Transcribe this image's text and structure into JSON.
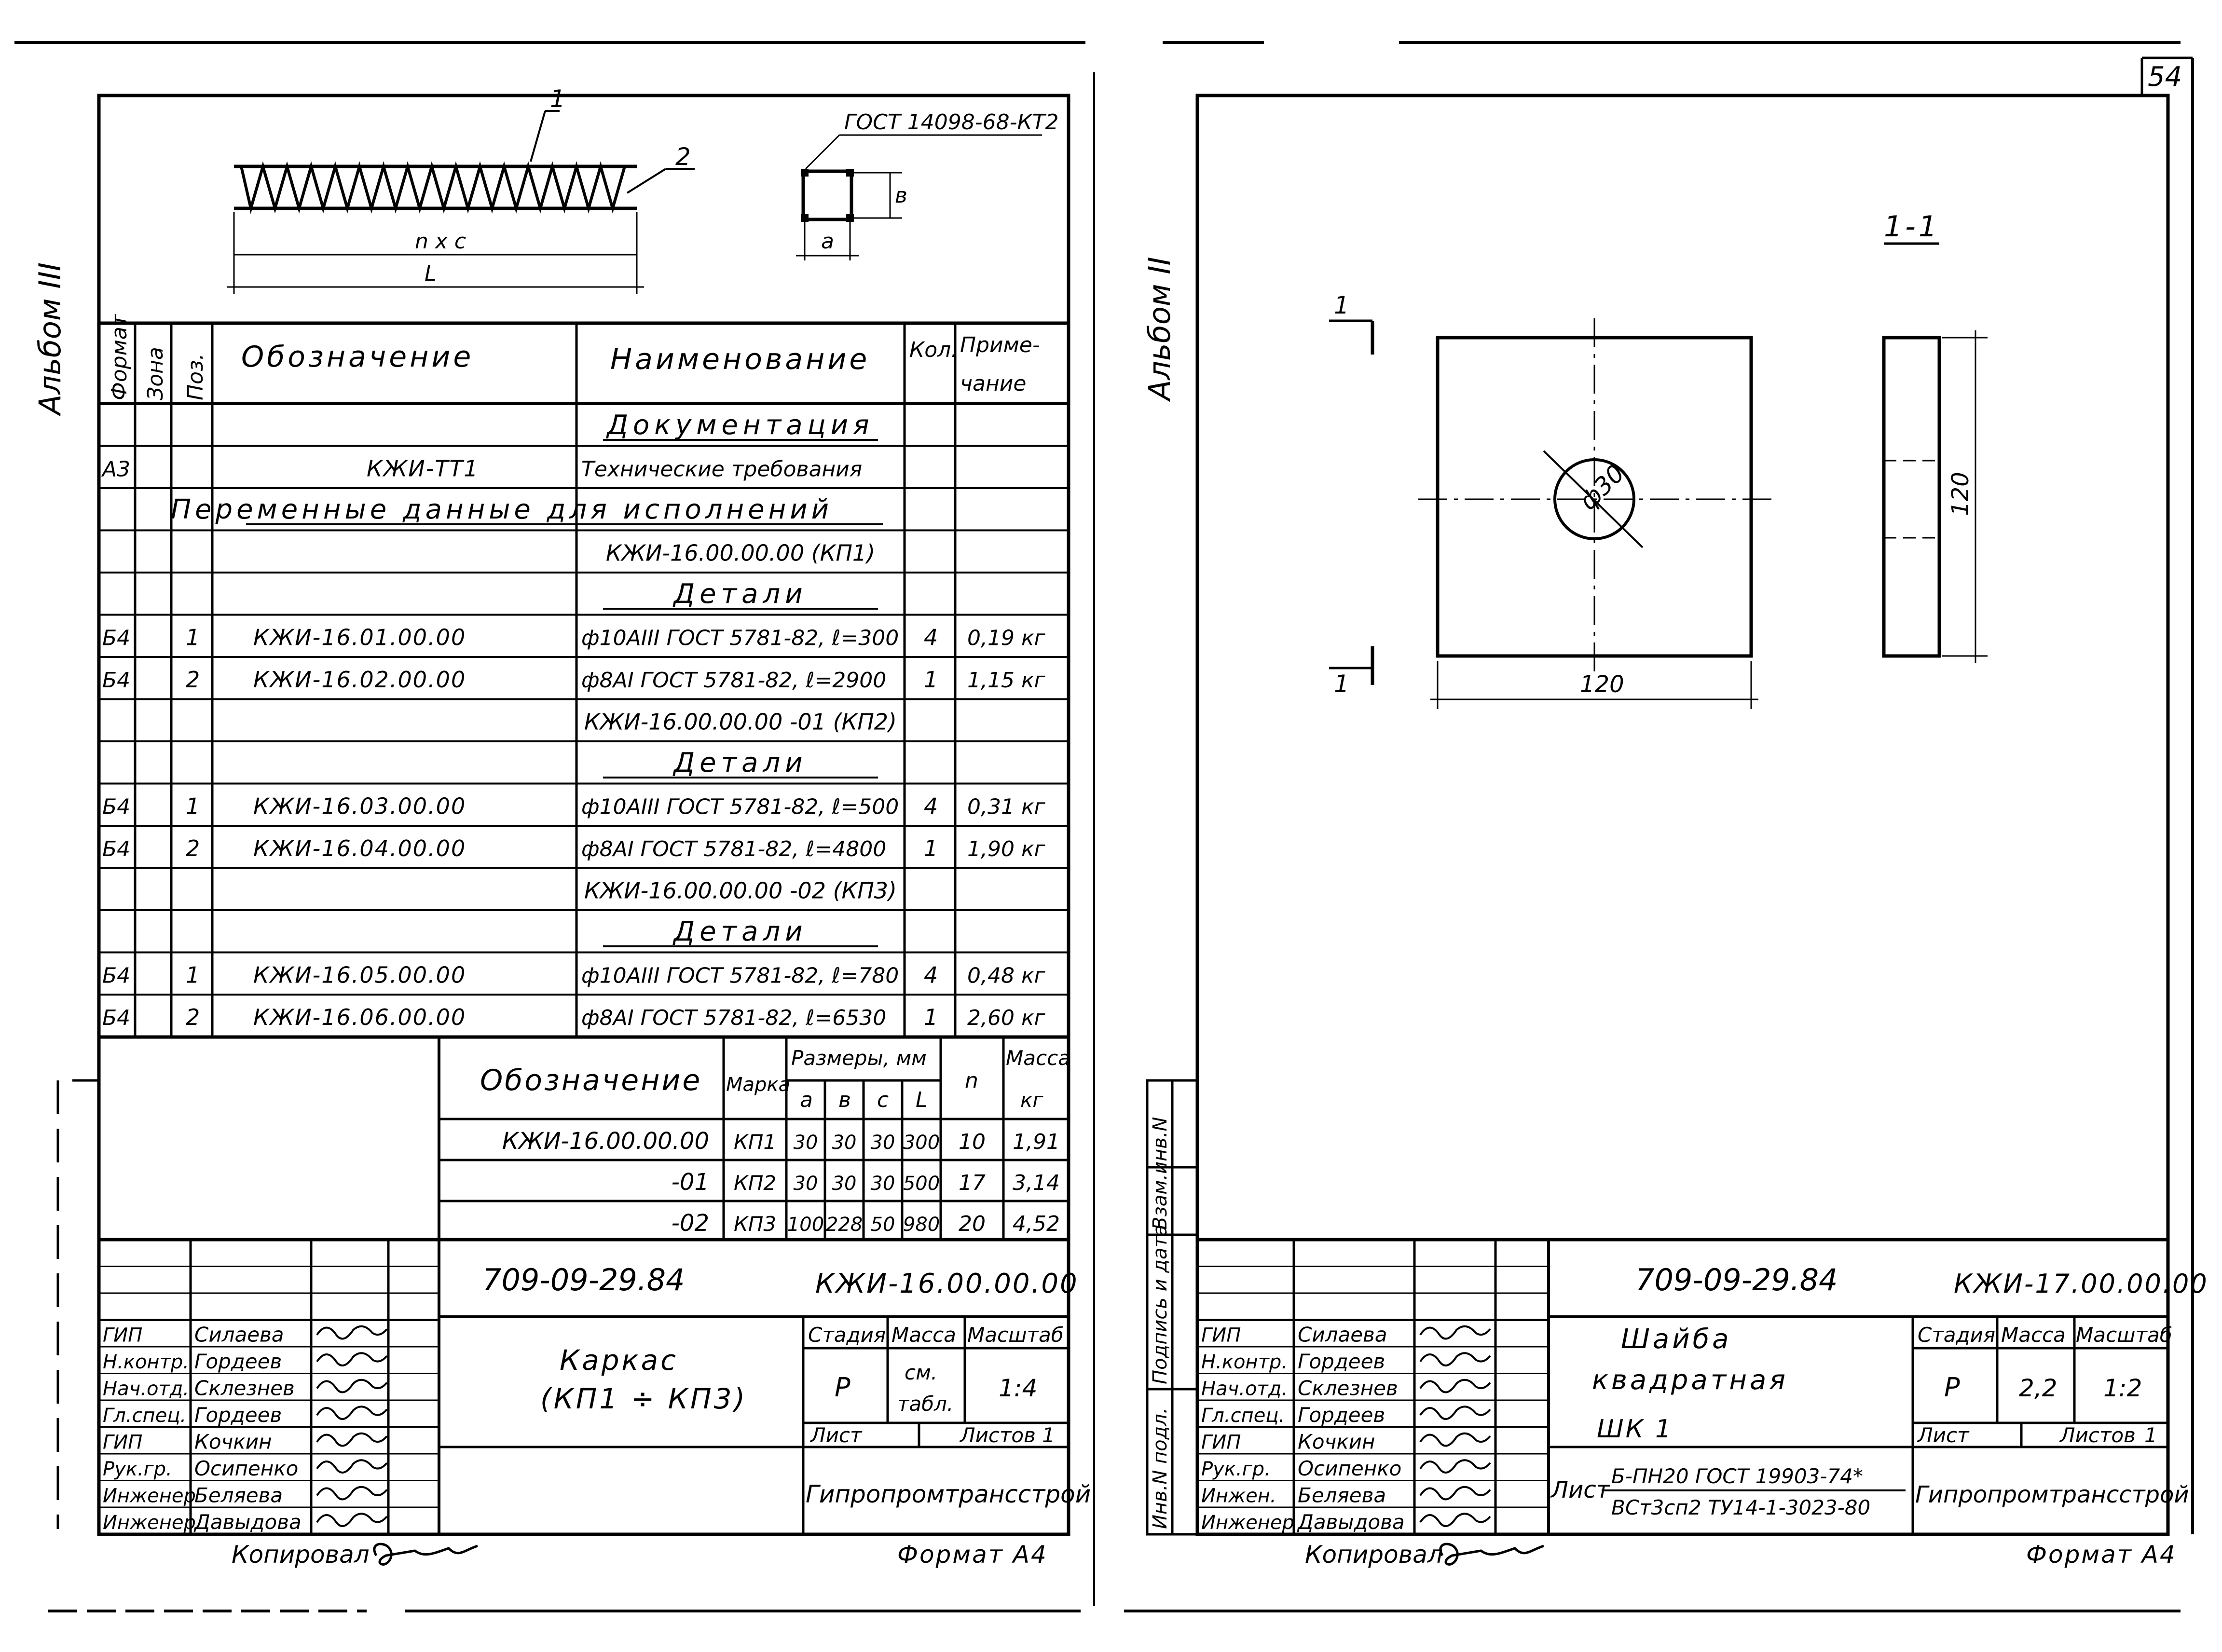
{
  "page_number": "54",
  "left_sheet": {
    "side_label": "Альбом III",
    "callout_1": "1",
    "callout_2": "2",
    "dim_nxc": "n x c",
    "dim_L": "L",
    "gost_ref": "ГОСТ 14098-68-КТ2",
    "dim_a": "а",
    "dim_b": "в",
    "spec_headers": [
      "Формат",
      "Зона",
      "Поз.",
      "Обозначение",
      "Наименование",
      "Кол.",
      "Приме-",
      "чание"
    ],
    "rows": [
      {
        "format": "",
        "pos": "",
        "designation": "",
        "name": "Документация",
        "qty": "",
        "note": ""
      },
      {
        "format": "А3",
        "pos": "",
        "designation": "КЖИ-ТТ1",
        "name": "Технические требования",
        "qty": "",
        "note": ""
      },
      {
        "format": "",
        "pos": "",
        "designation": "",
        "name": "Переменные данные для исполнений",
        "qty": "",
        "note": ""
      },
      {
        "format": "",
        "pos": "",
        "designation": "",
        "name": "КЖИ-16.00.00.00 (КП1)",
        "qty": "",
        "note": ""
      },
      {
        "format": "",
        "pos": "",
        "designation": "",
        "name": "Детали",
        "qty": "",
        "note": ""
      },
      {
        "format": "Б4",
        "pos": "1",
        "designation": "КЖИ-16.01.00.00",
        "name": "ф10АIII ГОСТ 5781-82, ℓ=300",
        "qty": "4",
        "note": "0,19 кг"
      },
      {
        "format": "Б4",
        "pos": "2",
        "designation": "КЖИ-16.02.00.00",
        "name": "ф8АI ГОСТ 5781-82, ℓ=2900",
        "qty": "1",
        "note": "1,15 кг"
      },
      {
        "format": "",
        "pos": "",
        "designation": "",
        "name": "КЖИ-16.00.00.00 -01 (КП2)",
        "qty": "",
        "note": ""
      },
      {
        "format": "",
        "pos": "",
        "designation": "",
        "name": "Детали",
        "qty": "",
        "note": ""
      },
      {
        "format": "Б4",
        "pos": "1",
        "designation": "КЖИ-16.03.00.00",
        "name": "ф10АIII ГОСТ 5781-82, ℓ=500",
        "qty": "4",
        "note": "0,31 кг"
      },
      {
        "format": "Б4",
        "pos": "2",
        "designation": "КЖИ-16.04.00.00",
        "name": "ф8АI ГОСТ 5781-82, ℓ=4800",
        "qty": "1",
        "note": "1,90 кг"
      },
      {
        "format": "",
        "pos": "",
        "designation": "",
        "name": "КЖИ-16.00.00.00 -02 (КП3)",
        "qty": "",
        "note": ""
      },
      {
        "format": "",
        "pos": "",
        "designation": "",
        "name": "Детали",
        "qty": "",
        "note": ""
      },
      {
        "format": "Б4",
        "pos": "1",
        "designation": "КЖИ-16.05.00.00",
        "name": "ф10АIII ГОСТ 5781-82, ℓ=780",
        "qty": "4",
        "note": "0,48 кг"
      },
      {
        "format": "Б4",
        "pos": "2",
        "designation": "КЖИ-16.06.00.00",
        "name": "ф8АI ГОСТ 5781-82, ℓ=6530",
        "qty": "1",
        "note": "2,60 кг"
      }
    ],
    "variants_headers": {
      "designation": "Обозначение",
      "mark": "Марка",
      "sizes": "Размеры, мм",
      "a": "а",
      "b": "в",
      "c": "с",
      "L": "L",
      "n": "n",
      "mass": "Масса",
      "mass_unit": "кг"
    },
    "variants": [
      {
        "designation": "КЖИ-16.00.00.00",
        "mark": "КП1",
        "a": "30",
        "b": "30",
        "c": "30",
        "L": "300",
        "n": "10",
        "mass": "1,91"
      },
      {
        "designation": "-01",
        "mark": "КП2",
        "a": "30",
        "b": "30",
        "c": "30",
        "L": "500",
        "n": "17",
        "mass": "3,14"
      },
      {
        "designation": "-02",
        "mark": "КП3",
        "a": "100",
        "b": "228",
        "c": "50",
        "L": "980",
        "n": "20",
        "mass": "4,52"
      }
    ],
    "title_block": {
      "project_code": "709-09-29.84",
      "doc_code": "КЖИ-16.00.00.00",
      "item_name_1": "Каркас",
      "item_name_2": "(КП1 ÷ КП3)",
      "stage_hdr": "Стадия",
      "mass_hdr": "Масса",
      "scale_hdr": "Масштаб",
      "stage": "Р",
      "mass_1": "см.",
      "mass_2": "табл.",
      "scale": "1:4",
      "sheet_lbl": "Лист",
      "sheets_lbl": "Листов",
      "sheets": "1",
      "org": "Гипропромтрансстрой",
      "roles": [
        "ГИП",
        "Н.контр.",
        "Нач.отд.",
        "Гл.спец.",
        "ГИП",
        "Рук.гр.",
        "Инженер",
        "Инженер"
      ],
      "names": [
        "Силаева",
        "Гордеев",
        "Склезнев",
        "Гордеев",
        "Кочкин",
        "Осипенко",
        "Беляева",
        "Давыдова"
      ]
    },
    "copied_by": "Копировал",
    "format": "Формат А4"
  },
  "right_sheet": {
    "side_label": "Альбом II",
    "section_label": "1-1",
    "cut_mark": "1",
    "hole_label": "ф30",
    "dim_width": "120",
    "dim_height": "120",
    "side_stamp": [
      "Инв.N подл.",
      "Подпись и дата",
      "Взам.инв.N"
    ],
    "title_block": {
      "project_code": "709-09-29.84",
      "doc_code": "КЖИ-17.00.00.00",
      "item_name_1": "Шайба",
      "item_name_2": "квадратная",
      "item_name_3": "ШК 1",
      "material_lbl": "Лист",
      "material_top": "Б-ПН20 ГОСТ 19903-74*",
      "material_bottom": "ВСт3сп2 ТУ14-1-3023-80",
      "stage_hdr": "Стадия",
      "mass_hdr": "Масса",
      "scale_hdr": "Масштаб",
      "stage": "Р",
      "mass": "2,2",
      "scale": "1:2",
      "sheet_lbl": "Лист",
      "sheets_lbl": "Листов",
      "sheets": "1",
      "org": "Гипропромтрансстрой",
      "roles": [
        "ГИП",
        "Н.контр.",
        "Нач.отд.",
        "Гл.спец.",
        "ГИП",
        "Рук.гр.",
        "Инжен.",
        "Инженер"
      ],
      "names": [
        "Силаева",
        "Гордеев",
        "Склезнев",
        "Гордеев",
        "Кочкин",
        "Осипенко",
        "Беляева",
        "Давыдова"
      ]
    },
    "copied_by": "Копировал",
    "format": "Формат А4"
  }
}
